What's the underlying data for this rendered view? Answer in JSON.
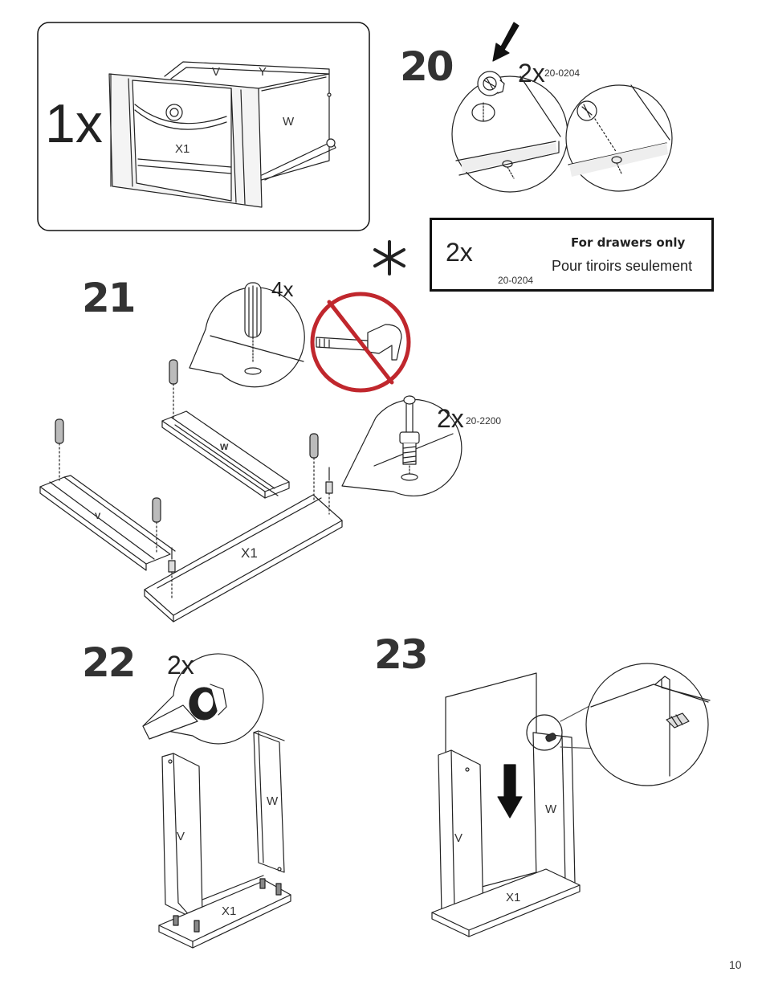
{
  "overview": {
    "quantity": "1x",
    "labels": {
      "v": "V",
      "y": "Y",
      "w": "W",
      "x1": "X1"
    }
  },
  "step20": {
    "number": "20",
    "quantity": "2x",
    "part_code": "20-0204"
  },
  "note": {
    "symbol": "*",
    "quantity": "2x",
    "part_code": "20-0204",
    "text_en": "For drawers only",
    "text_fr": "Pour tiroirs seulement"
  },
  "step21": {
    "number": "21",
    "dowel_quantity": "4x",
    "bolt_quantity": "2x",
    "bolt_code": "20-2200",
    "labels": {
      "w": "W",
      "v": "V",
      "x1": "X1"
    },
    "no_hammer_icon": "no-hammer-icon"
  },
  "step22": {
    "number": "22",
    "quantity": "2x",
    "labels": {
      "w": "W",
      "v": "V",
      "x1": "X1"
    }
  },
  "step23": {
    "number": "23",
    "labels": {
      "v": "V",
      "w": "W",
      "x1": "X1"
    }
  },
  "page": {
    "number": "10"
  },
  "colors": {
    "prohibit_red": "#c0272d",
    "line": "#222222",
    "panel": "#f4f4f4"
  }
}
